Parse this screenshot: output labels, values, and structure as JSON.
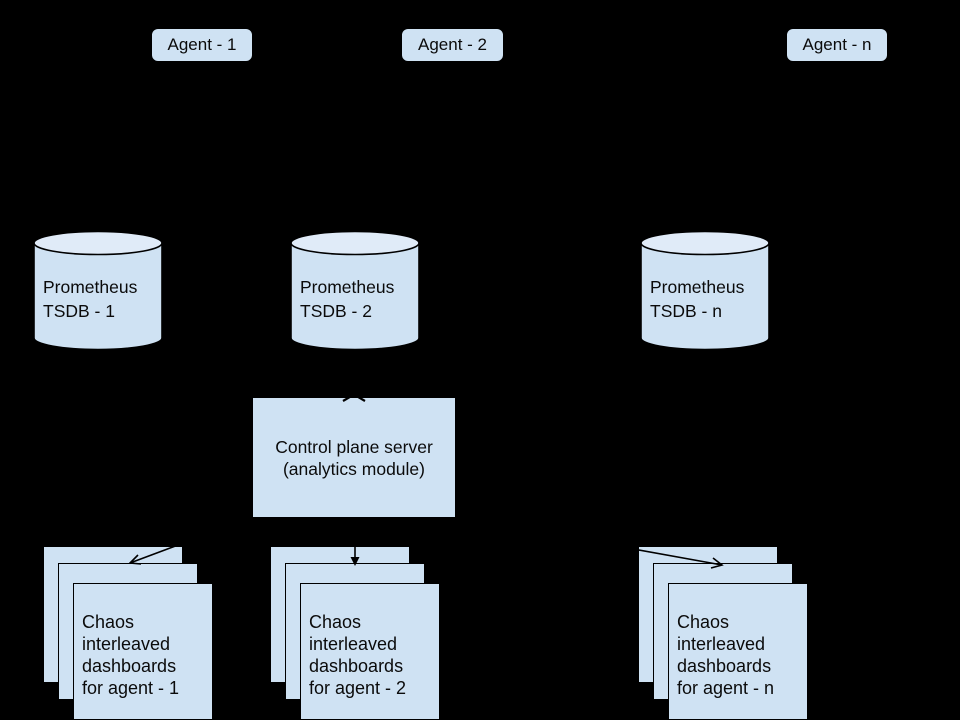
{
  "colors": {
    "background": "#000000",
    "node_fill": "#cfe2f3",
    "cylinder_top_fill": "#e0ebf8",
    "stroke": "#000000",
    "text": "#0b0b0b"
  },
  "agents": [
    {
      "label": "Agent - 1"
    },
    {
      "label": "Agent - 2"
    },
    {
      "label": "Agent - n"
    }
  ],
  "tsdb_nodes": [
    {
      "label": "Prometheus\nTSDB - 1"
    },
    {
      "label": "Prometheus\nTSDB - 2"
    },
    {
      "label": "Prometheus\nTSDB - n"
    }
  ],
  "control_plane": {
    "label": "Control plane server\n(analytics module)"
  },
  "dashboard_stacks": [
    {
      "label": "Chaos\ninterleaved\ndashboards\nfor agent - 1"
    },
    {
      "label": "Chaos\ninterleaved\ndashboards\nfor agent - 2"
    },
    {
      "label": "Chaos\ninterleaved\ndashboards\nfor agent - n"
    }
  ]
}
